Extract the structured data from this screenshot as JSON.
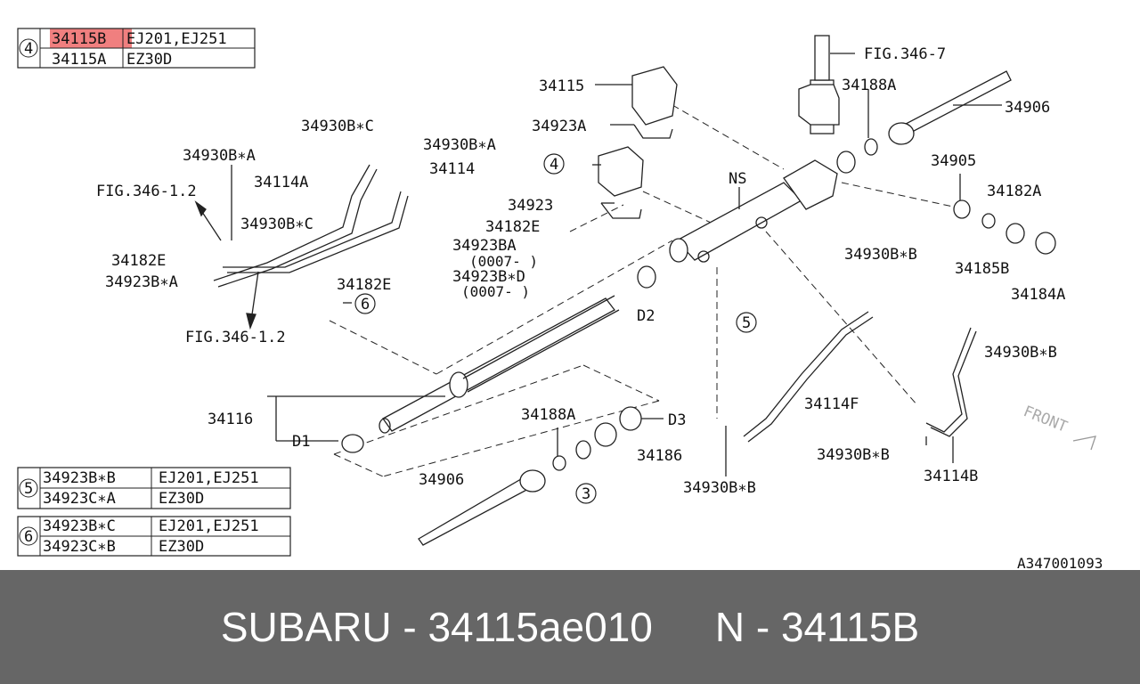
{
  "legend_tables": [
    {
      "circle": "4",
      "rows": [
        {
          "part": "34115B",
          "engine": "EJ201,EJ251"
        },
        {
          "part": "34115A",
          "engine": "EZ30D"
        }
      ]
    },
    {
      "circle": "5",
      "rows": [
        {
          "part": "34923B∗B",
          "engine": "EJ201,EJ251"
        },
        {
          "part": "34923C∗A",
          "engine": "EZ30D"
        }
      ]
    },
    {
      "circle": "6",
      "rows": [
        {
          "part": "34923B∗C",
          "engine": "EJ201,EJ251"
        },
        {
          "part": "34923C∗B",
          "engine": "EZ30D"
        }
      ]
    }
  ],
  "highlight_color": "#f07f7f",
  "labels": {
    "fig_346_7": "FIG.346-7",
    "p34115": "34115",
    "p34188a_top": "34188A",
    "p34906_top": "34906",
    "p34923a": "34923A",
    "p34930bc_top": "34930B∗C",
    "p34930ba_r": "34930B∗A",
    "p34930ba_l": "34930B∗A",
    "p34114": "34114",
    "p34114a": "34114A",
    "fig_346_12_top": "FIG.346-1.2",
    "ns": "NS",
    "p34905": "34905",
    "p34182a": "34182A",
    "p34923": "34923",
    "p34930bc_mid": "34930B∗C",
    "p34182e_bolt": "34182E",
    "p34182e_left": "34182E",
    "p34923ba": "34923BA",
    "p0007_a": "(0007- )",
    "p34923bd": "34923B∗D",
    "p0007_b": "(0007- )",
    "p34923ba_left": "34923B∗A",
    "p34182e_mid": "34182E",
    "p34185b": "34185B",
    "p34184a": "34184A",
    "p34930bb_top": "34930B∗B",
    "fig_346_12_bot": "FIG.346-1.2",
    "d2": "D2",
    "p34930bb_right": "34930B∗B",
    "p34114f": "34114F",
    "p34116": "34116",
    "p34188a_bot": "34188A",
    "d3": "D3",
    "d1": "D1",
    "p34186": "34186",
    "p34930bb_mid": "34930B∗B",
    "p34114b": "34114B",
    "p34906_bot": "34906",
    "p34930bb_bot": "34930B∗B",
    "front": "FRONT",
    "ref": "A347001093",
    "c4": "4",
    "c5": "5",
    "c6": "6",
    "c3": "3"
  },
  "footer": {
    "left": "SUBARU - 34115ae010",
    "right": "N - 34115B"
  }
}
